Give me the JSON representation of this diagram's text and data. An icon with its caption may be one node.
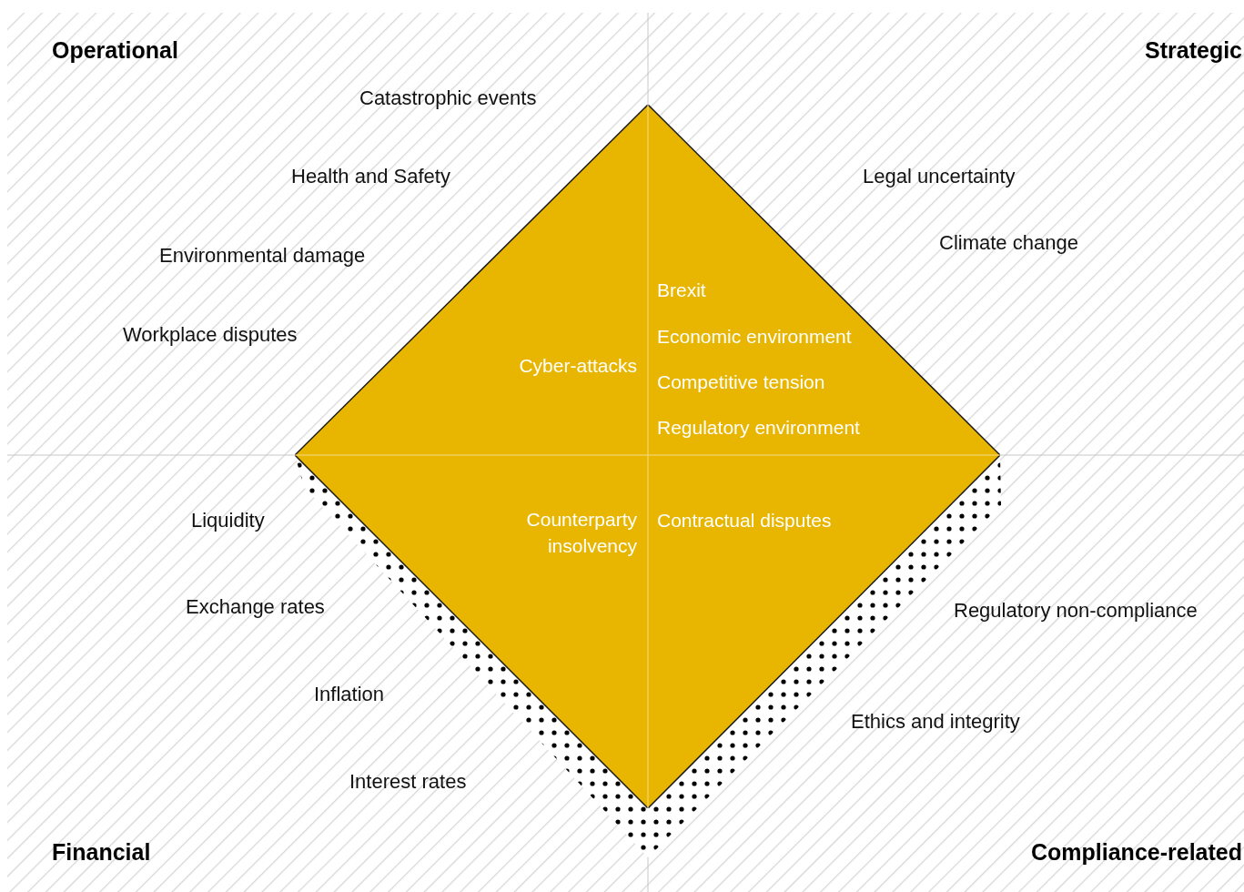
{
  "diagram": {
    "nodes": [
      {
        "text": [
          "Cyber-attacks",
          "Brexit",
          "Economic environment",
          "Competitive tension",
          "Regulatory environment",
          "Counterparty insolvency",
          "Contractual disputes"
        ]
      }
    ],
    "labels": [
      "Operational",
      "Strategic",
      "Catastrophic events",
      "Health and Safety",
      "Legal uncertainty",
      "Climate change",
      "Environmental damage",
      "Workplace disputes",
      "Liquidity",
      "Exchange rates",
      "Regulatory non-compliance",
      "Inflation",
      "Ethics and integrity",
      "Interest rates",
      "Financial",
      "Compliance-related"
    ]
  }
}
